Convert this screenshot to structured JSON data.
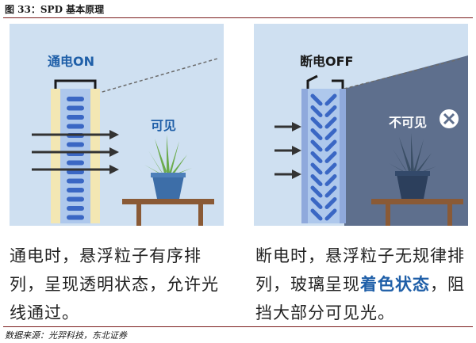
{
  "figure_title": "图 33：SPD 基本原理",
  "left_panel": {
    "state_label": "通电ON",
    "visible_label": "可见",
    "caption": "通电时，悬浮粒子有序排列，呈现透明状态，允许光线通过。"
  },
  "right_panel": {
    "state_label": "断电OFF",
    "invisible_label": "不可见",
    "caption_before": "断电时，悬浮粒子无规律排列，玻璃呈现",
    "caption_highlight": "着色状态",
    "caption_after": "，阻挡大部分可见光。"
  },
  "source": "数据来源：光羿科技，东北证券",
  "colors": {
    "panel_bg": "#cfe0f1",
    "dark_bg": "#5e6f8d",
    "glass_light": "#f3e7b3",
    "glass_blue": "#aec8ec",
    "particle": "#3a67c4",
    "label_blue": "#1f5fa8",
    "table": "#8a5a36",
    "pot": "#3d6ea8",
    "plant": "#6cab4e",
    "rule": "#7a1c1c"
  }
}
